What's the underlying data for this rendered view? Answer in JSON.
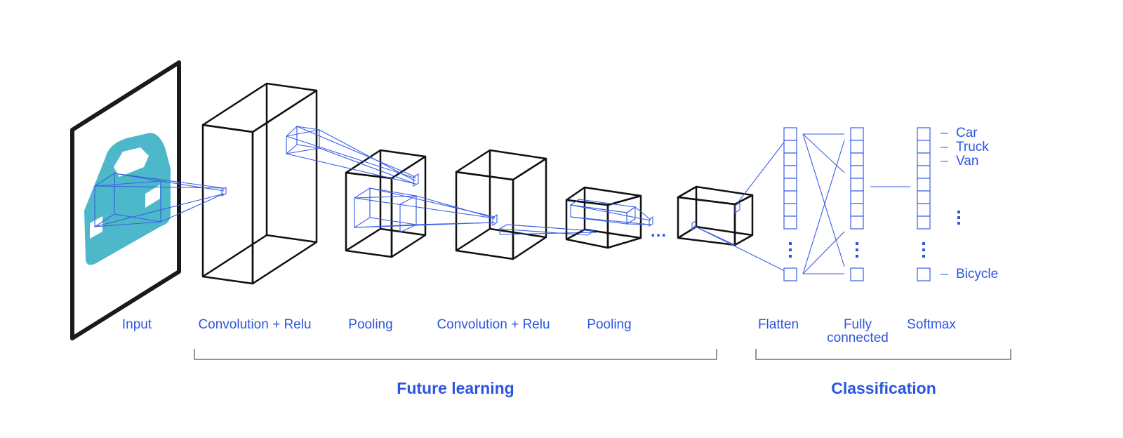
{
  "colors": {
    "accent": "#2b55e0",
    "car_icon": "#4cb8c9",
    "box_stroke": "#111111"
  },
  "labels": {
    "input": "Input",
    "conv1": "Convolution + Relu",
    "pool1": "Pooling",
    "conv2": "Convolution + Relu",
    "pool2": "Pooling",
    "flatten": "Flatten",
    "fully_connected_line1": "Fully",
    "fully_connected_line2": "connected",
    "softmax": "Softmax",
    "ellipsis": "..."
  },
  "outputs": [
    "Car",
    "Truck",
    "Van",
    "Bicycle"
  ],
  "groups": {
    "feature": "Future learning",
    "classification": "Classification"
  },
  "icons": {
    "input_image": "car-icon"
  }
}
